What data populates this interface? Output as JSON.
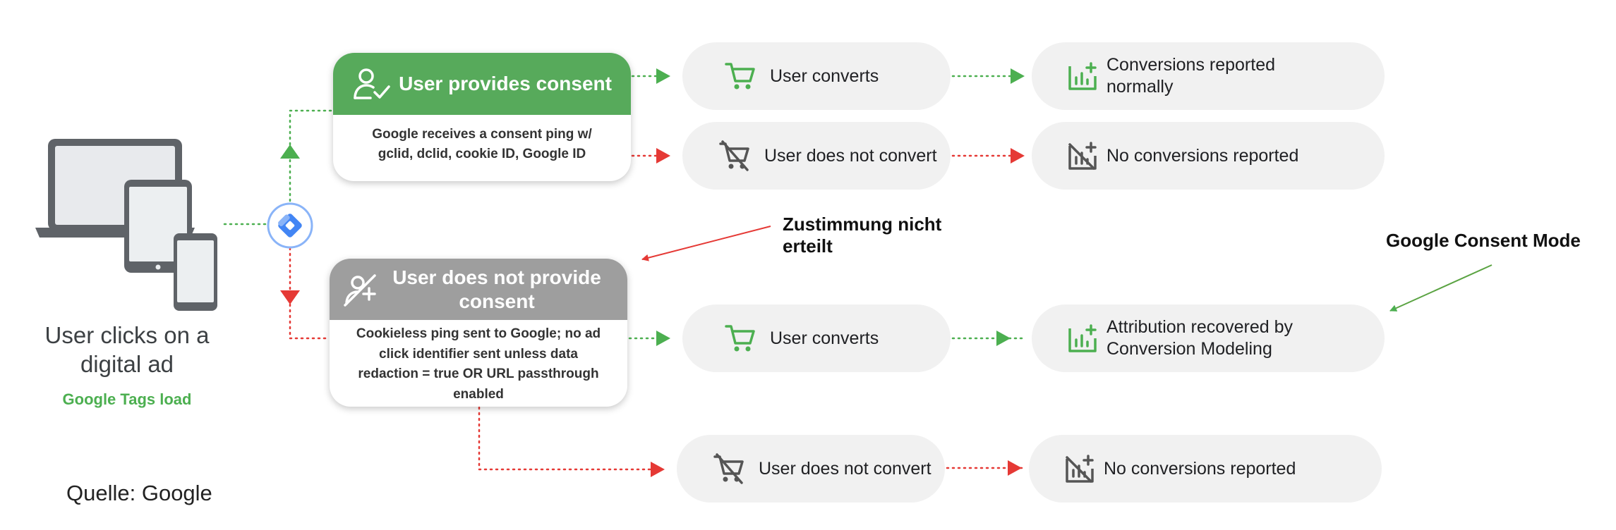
{
  "colors": {
    "green": "#4caf50",
    "red": "#e53935",
    "grey_header": "#9e9e9e",
    "pill_bg": "#f1f1f1",
    "tag_blue": "#4285f4",
    "annotation_green": "#5aa342"
  },
  "source": {
    "label": "User clicks on a digital ad",
    "sublabel": "Google Tags load",
    "icon": "devices-icon"
  },
  "tag_icon": "google-tag-manager-icon",
  "consent_yes": {
    "header": "User provides consent",
    "icon": "user-check-icon",
    "body": "Google receives a consent ping w/ gclid, dclid, cookie ID, Google ID"
  },
  "consent_no": {
    "header": "User does not provide consent",
    "icon": "user-crossed-icon",
    "body": "Cookieless ping sent to Google; no ad click identifier sent unless data redaction = true OR URL passthrough enabled"
  },
  "outcomes": [
    {
      "label": "User converts",
      "icon": "cart-icon",
      "result": "Conversions reported normally",
      "result_icon": "chart-plus-icon"
    },
    {
      "label": "User does not convert",
      "icon": "cart-off-icon",
      "result": "No conversions reported",
      "result_icon": "chart-off-icon"
    },
    {
      "label": "User converts",
      "icon": "cart-icon",
      "result": "Attribution recovered by Conversion Modeling",
      "result_icon": "chart-plus-icon"
    },
    {
      "label": "User does not convert",
      "icon": "cart-off-icon",
      "result": "No conversions reported",
      "result_icon": "chart-off-icon"
    }
  ],
  "annotations": {
    "no_consent": "Zustimmung nicht erteilt",
    "consent_mode": "Google Consent Mode"
  },
  "footer": {
    "source": "Quelle: Google"
  }
}
